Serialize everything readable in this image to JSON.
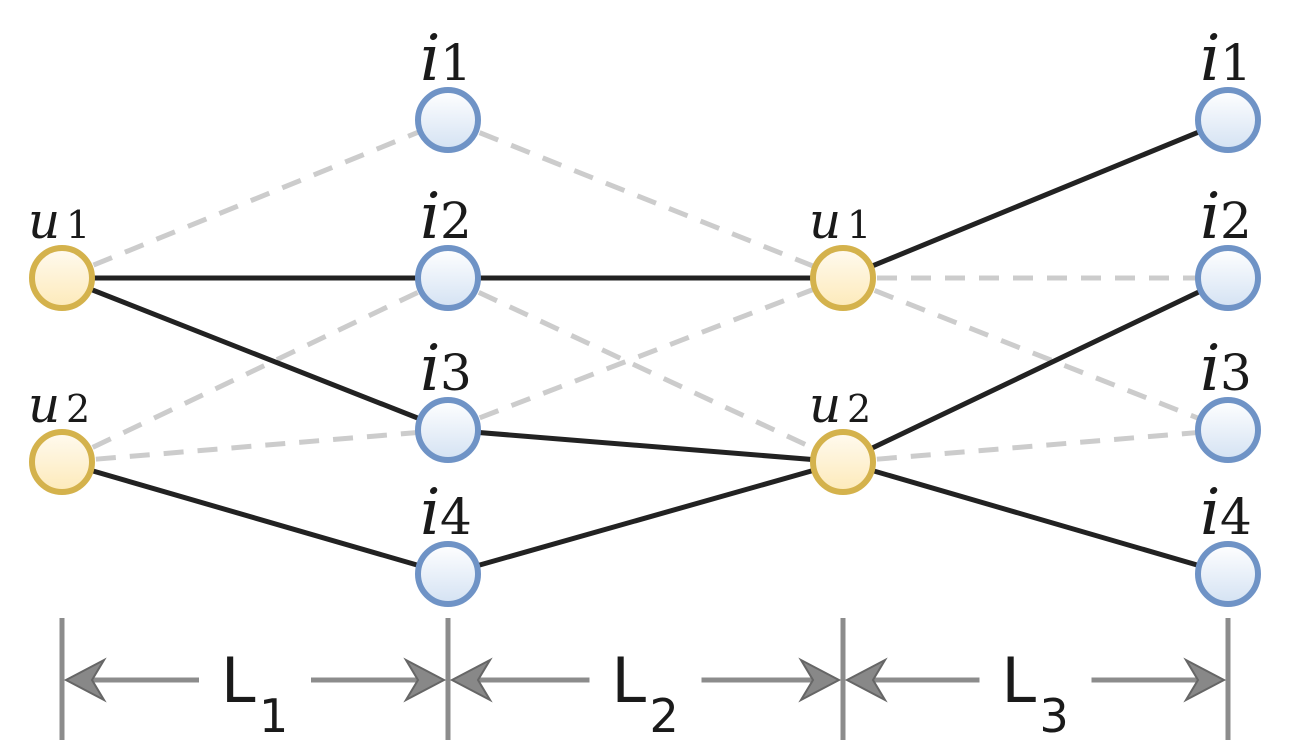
{
  "layers": [
    {
      "id": "L1",
      "label_main": "L",
      "label_sub": "1"
    },
    {
      "id": "L2",
      "label_main": "L",
      "label_sub": "2"
    },
    {
      "id": "L3",
      "label_main": "L",
      "label_sub": "3"
    }
  ],
  "columns": [
    {
      "id": "c0",
      "nodes": [
        {
          "id": "c0-u1",
          "kind": "user",
          "main": "u",
          "sub": "1"
        },
        {
          "id": "c0-u2",
          "kind": "user",
          "main": "u",
          "sub": "2"
        }
      ]
    },
    {
      "id": "c1",
      "nodes": [
        {
          "id": "c1-i1",
          "kind": "item",
          "main": "i",
          "sub": "1"
        },
        {
          "id": "c1-i2",
          "kind": "item",
          "main": "i",
          "sub": "2"
        },
        {
          "id": "c1-i3",
          "kind": "item",
          "main": "i",
          "sub": "3"
        },
        {
          "id": "c1-i4",
          "kind": "item",
          "main": "i",
          "sub": "4"
        }
      ]
    },
    {
      "id": "c2",
      "nodes": [
        {
          "id": "c2-u1",
          "kind": "user",
          "main": "u",
          "sub": "1"
        },
        {
          "id": "c2-u2",
          "kind": "user",
          "main": "u",
          "sub": "2"
        }
      ]
    },
    {
      "id": "c3",
      "nodes": [
        {
          "id": "c3-i1",
          "kind": "item",
          "main": "i",
          "sub": "1"
        },
        {
          "id": "c3-i2",
          "kind": "item",
          "main": "i",
          "sub": "2"
        },
        {
          "id": "c3-i3",
          "kind": "item",
          "main": "i",
          "sub": "3"
        },
        {
          "id": "c3-i4",
          "kind": "item",
          "main": "i",
          "sub": "4"
        }
      ]
    }
  ],
  "edges": [
    {
      "from": "c0-u1",
      "to": "c1-i1",
      "style": "dashed"
    },
    {
      "from": "c0-u1",
      "to": "c1-i2",
      "style": "solid"
    },
    {
      "from": "c0-u1",
      "to": "c1-i3",
      "style": "solid"
    },
    {
      "from": "c0-u2",
      "to": "c1-i2",
      "style": "dashed"
    },
    {
      "from": "c0-u2",
      "to": "c1-i3",
      "style": "dashed"
    },
    {
      "from": "c0-u2",
      "to": "c1-i4",
      "style": "solid"
    },
    {
      "from": "c1-i1",
      "to": "c2-u1",
      "style": "dashed"
    },
    {
      "from": "c1-i2",
      "to": "c2-u1",
      "style": "solid"
    },
    {
      "from": "c1-i2",
      "to": "c2-u2",
      "style": "dashed"
    },
    {
      "from": "c1-i3",
      "to": "c2-u1",
      "style": "dashed"
    },
    {
      "from": "c1-i3",
      "to": "c2-u2",
      "style": "solid"
    },
    {
      "from": "c1-i4",
      "to": "c2-u2",
      "style": "solid"
    },
    {
      "from": "c2-u1",
      "to": "c3-i1",
      "style": "solid"
    },
    {
      "from": "c2-u1",
      "to": "c3-i2",
      "style": "dashed"
    },
    {
      "from": "c2-u1",
      "to": "c3-i3",
      "style": "dashed"
    },
    {
      "from": "c2-u2",
      "to": "c3-i2",
      "style": "solid"
    },
    {
      "from": "c2-u2",
      "to": "c3-i3",
      "style": "dashed"
    },
    {
      "from": "c2-u2",
      "to": "c3-i4",
      "style": "solid"
    }
  ],
  "colors": {
    "user_stroke": "#d4b24c",
    "item_stroke": "#6f93c6",
    "solid_edge": "#222222",
    "dashed_edge": "#cccccc",
    "dimension": "#8c8c8c"
  }
}
